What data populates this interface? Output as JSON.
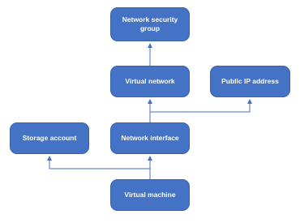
{
  "nodes": {
    "nsg": "Network security group",
    "vnet": "Virtual network",
    "public_ip": "Public IP address",
    "nic": "Network interface",
    "storage": "Storage account",
    "vm": "Virtual machine"
  },
  "colors": {
    "node_fill": "#4472c4",
    "connector": "#4472c4"
  }
}
